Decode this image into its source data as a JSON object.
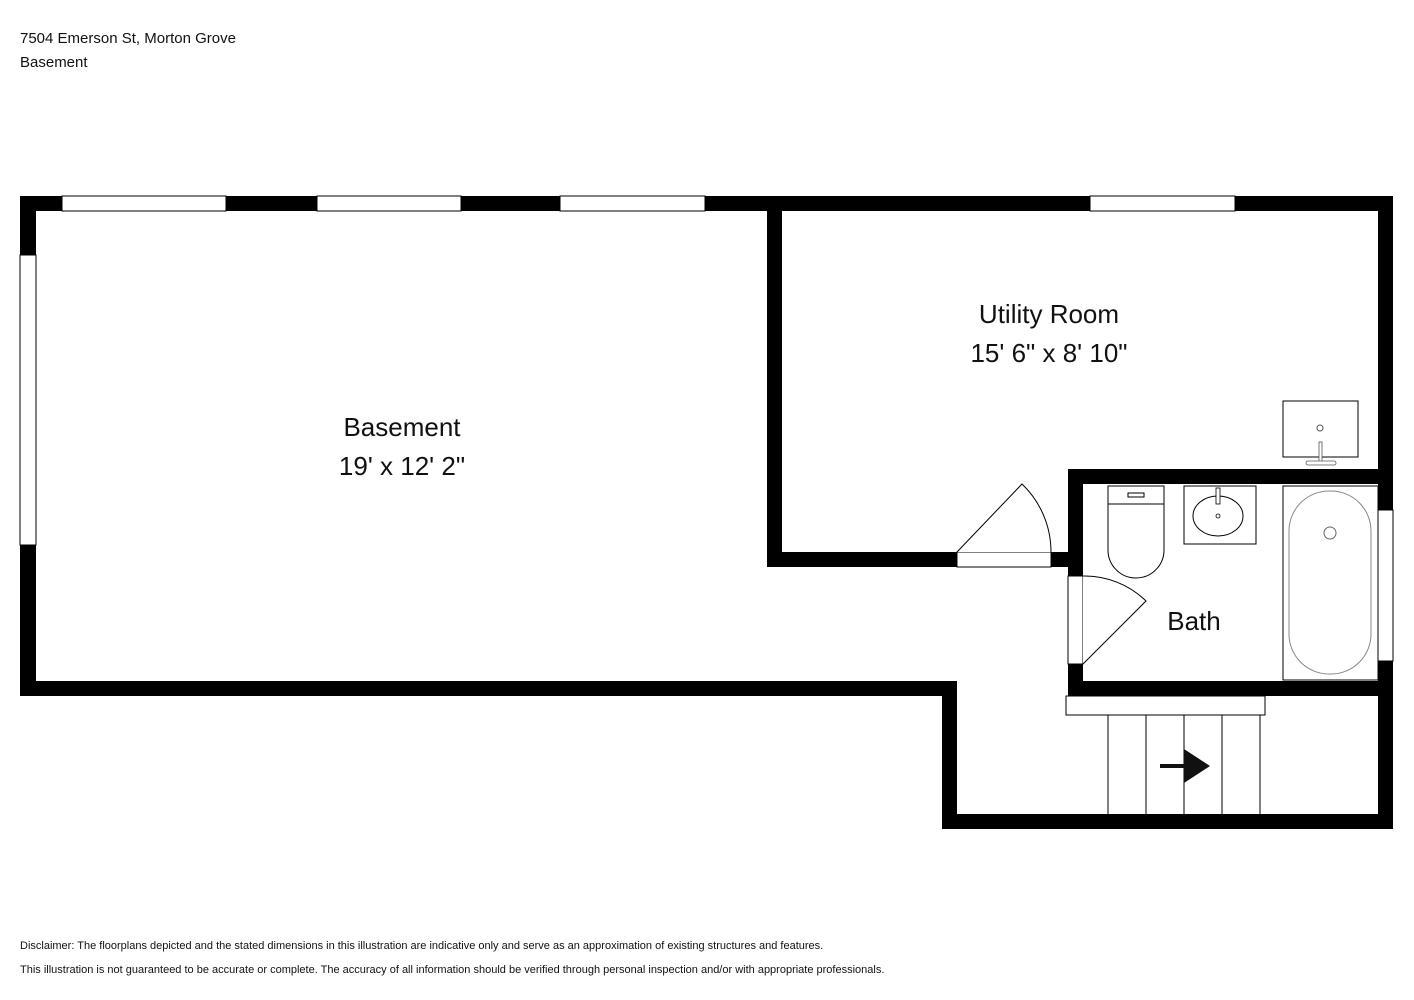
{
  "header": {
    "address": "7504 Emerson St, Morton Grove",
    "floor": "Basement"
  },
  "rooms": [
    {
      "name": "Basement",
      "dimensions": "19' x 12' 2\""
    },
    {
      "name": "Utility Room",
      "dimensions": "15' 6\" x 8' 10\""
    },
    {
      "name": "Bath"
    }
  ],
  "disclaimer": {
    "line1": "Disclaimer: The floorplans depicted and the stated dimensions in this illustration are indicative only and serve as an approximation of existing structures and features.",
    "line2": "This illustration is not guaranteed to be accurate or complete. The accuracy of all information should be verified through personal inspection and/or with appropriate professionals."
  }
}
